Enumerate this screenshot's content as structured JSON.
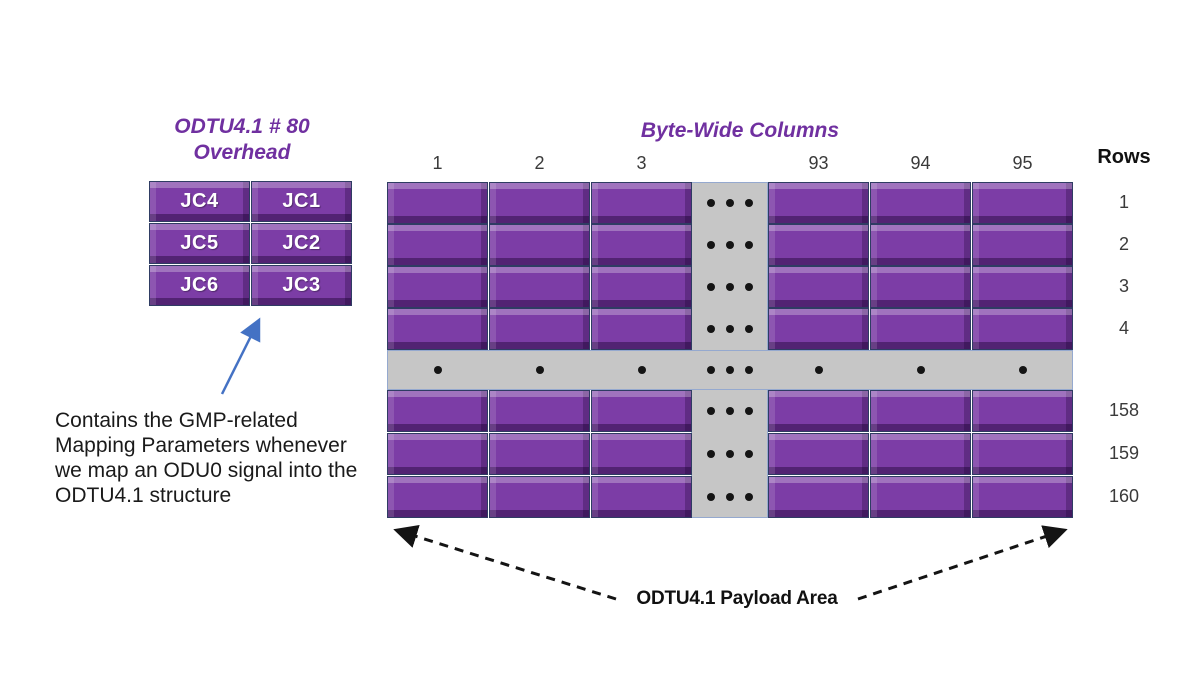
{
  "overhead": {
    "title_line1": "ODTU4.1 # 80",
    "title_line2": "Overhead",
    "cells": [
      [
        "JC4",
        "JC1"
      ],
      [
        "JC5",
        "JC2"
      ],
      [
        "JC6",
        "JC3"
      ]
    ]
  },
  "annotation": {
    "lines": [
      "Contains the GMP-related",
      "Mapping Parameters whenever",
      "we map an ODU0 signal into the",
      "ODTU4.1 structure"
    ]
  },
  "payload": {
    "columns_title": "Byte-Wide Columns",
    "column_labels": [
      "1",
      "2",
      "3",
      "93",
      "94",
      "95"
    ],
    "rows_header": "Rows",
    "row_labels": [
      "1",
      "2",
      "3",
      "4",
      "158",
      "159",
      "160"
    ],
    "area_label": "ODTU4.1 Payload Area"
  },
  "colors": {
    "block_face": "#7c3da6",
    "block_border": "#2f3c63",
    "gray_strip": "#c6c6c6",
    "strip_border": "#95a9cf",
    "title_purple": "#7030a0",
    "arrow_blue": "#4472c4"
  }
}
